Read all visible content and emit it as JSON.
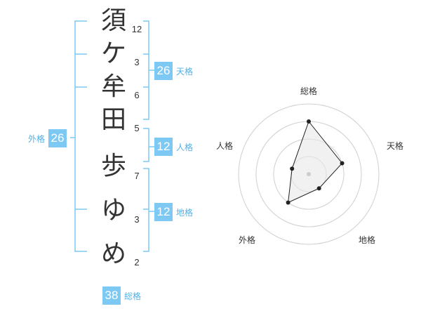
{
  "name_chars": [
    "須",
    "ケ",
    "牟",
    "田",
    "歩",
    "ゆ",
    "め"
  ],
  "stroke_counts": [
    "12",
    "3",
    "6",
    "5",
    "7",
    "3",
    "2"
  ],
  "fortunes": {
    "tenkaku": {
      "value": "26",
      "label": "天格"
    },
    "jinkaku": {
      "value": "12",
      "label": "人格"
    },
    "chikaku": {
      "value": "12",
      "label": "地格"
    },
    "gaikaku": {
      "value": "26",
      "label": "外格"
    },
    "soukaku": {
      "value": "38",
      "label": "総格"
    }
  },
  "radar": {
    "axes": [
      "総格",
      "天格",
      "地格",
      "外格",
      "人格"
    ],
    "values": [
      0.75,
      0.5,
      0.25,
      0.5,
      0.25
    ],
    "rings": 4
  },
  "colors": {
    "accent": "#7ec8f4",
    "label_blue": "#52b1e6",
    "bracket": "#7ec8f4"
  }
}
